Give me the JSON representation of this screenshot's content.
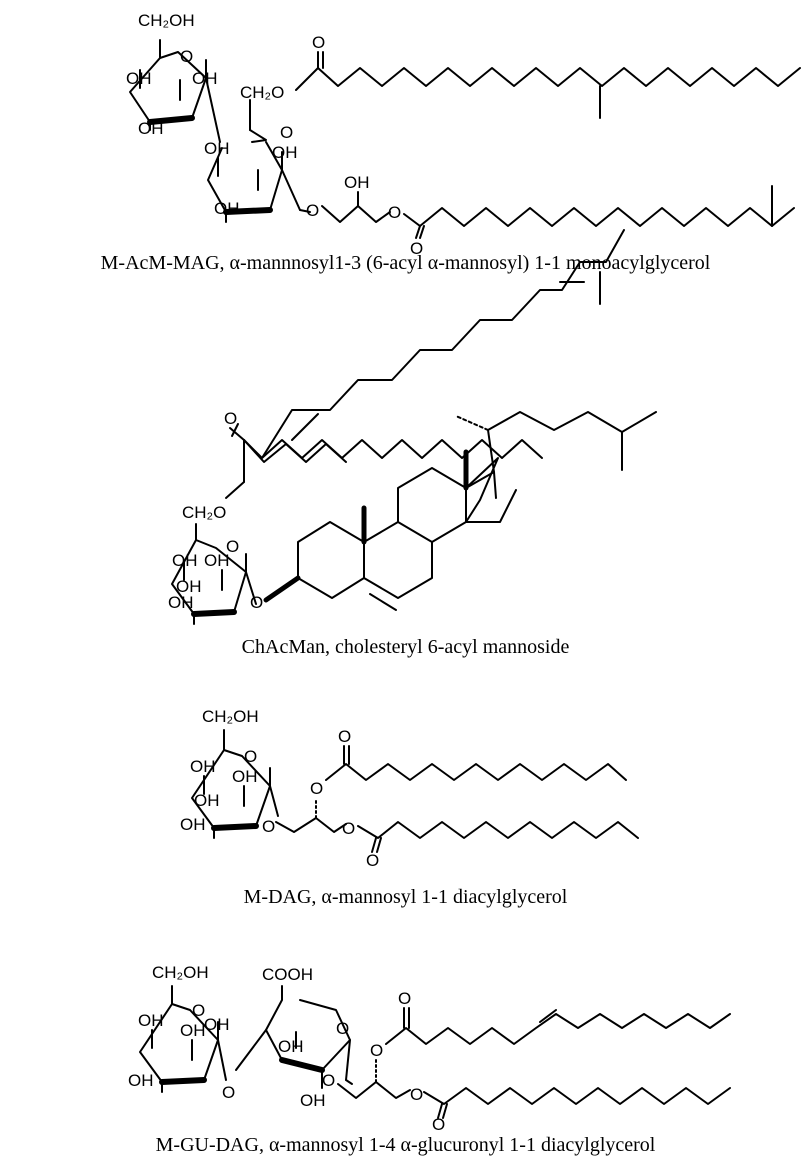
{
  "structures": [
    {
      "id": "m-acm-mag",
      "caption": "M-AcM-MAG, α-mannnosyl1-3 (6-acyl α-mannosyl) 1-1 monoacylglycerol",
      "labels": {
        "ch2oh": "CH₂OH",
        "ch2o": "CH₂O",
        "oh": "OH",
        "o": "O"
      }
    },
    {
      "id": "chacman",
      "caption": "ChAcMan, cholesteryl 6-acyl mannoside",
      "labels": {
        "ch2o": "CH₂O",
        "oh": "OH",
        "o": "O"
      }
    },
    {
      "id": "m-dag",
      "caption": "M-DAG, α-mannosyl 1-1 diacylglycerol",
      "labels": {
        "ch2oh": "CH₂OH",
        "oh": "OH",
        "o": "O"
      }
    },
    {
      "id": "m-gu-dag",
      "caption": "M-GU-DAG, α-mannosyl 1-4 α-glucuronyl 1-1 diacylglycerol",
      "labels": {
        "ch2oh": "CH₂OH",
        "cooh": "COOH",
        "oh": "OH",
        "o": "O"
      }
    }
  ],
  "colors": {
    "ink": "#000000",
    "background": "#ffffff"
  }
}
